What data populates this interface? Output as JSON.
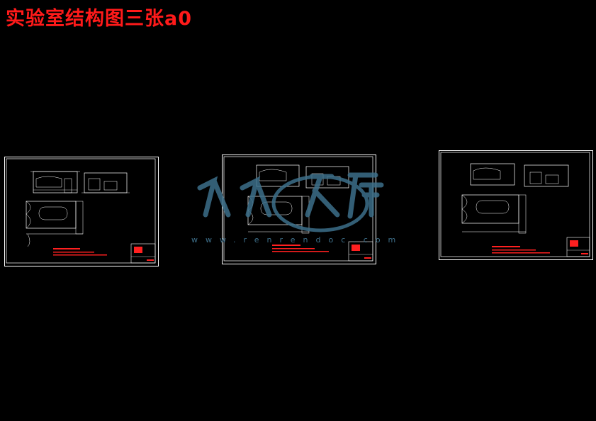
{
  "page": {
    "title": "实验室结构图三张a0",
    "title_color": "#ff1a1a",
    "background": "#000000"
  },
  "sheets": [
    {
      "name": "drawing-sheet-1"
    },
    {
      "name": "drawing-sheet-2"
    },
    {
      "name": "drawing-sheet-3"
    }
  ],
  "watermark": {
    "logo_text": "人人文库",
    "url": "www.renrendoc.com",
    "color": "#3d6f8a"
  },
  "colors": {
    "linework": "#ffffff",
    "annotation": "#ff2020",
    "watermark": "#3d6f8a"
  }
}
